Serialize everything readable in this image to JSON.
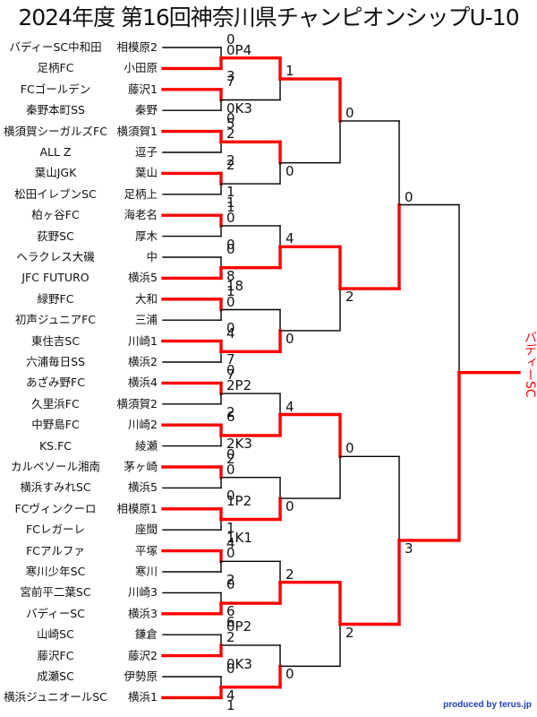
{
  "title": "2024年度 第16回神奈川県チャンピオンシップU-10",
  "credit": "produced by terus.jp",
  "colors": {
    "win": "#ff0000",
    "lose": "#000000",
    "credit": "#1f3fbf"
  },
  "champion": "バディーSC",
  "teams": [
    {
      "name": "バディーSC中和田",
      "area": "相模原2"
    },
    {
      "name": "足柄FC",
      "area": "小田原"
    },
    {
      "name": "FCゴールデン",
      "area": "藤沢1"
    },
    {
      "name": "秦野本町SS",
      "area": "秦野"
    },
    {
      "name": "横須賀シーガルズFC",
      "area": "横須賀1"
    },
    {
      "name": "ALL Z",
      "area": "逗子"
    },
    {
      "name": "葉山JGK",
      "area": "葉山"
    },
    {
      "name": "松田イレブンSC",
      "area": "足柄上"
    },
    {
      "name": "柏ヶ谷FC",
      "area": "海老名"
    },
    {
      "name": "荻野SC",
      "area": "厚木"
    },
    {
      "name": "ヘラクレス大磯",
      "area": "中"
    },
    {
      "name": "JFC FUTURO",
      "area": "横浜5"
    },
    {
      "name": "緑野FC",
      "area": "大和"
    },
    {
      "name": "初声ジュニアFC",
      "area": "三浦"
    },
    {
      "name": "東住吉SC",
      "area": "川崎1"
    },
    {
      "name": "六浦毎日SS",
      "area": "横浜2"
    },
    {
      "name": "あざみ野FC",
      "area": "横浜4"
    },
    {
      "name": "久里浜FC",
      "area": "横須賀2"
    },
    {
      "name": "中野島FC",
      "area": "川崎2"
    },
    {
      "name": "KS.FC",
      "area": "綾瀬"
    },
    {
      "name": "カルペソール湘南",
      "area": "茅ヶ崎"
    },
    {
      "name": "横浜すみれSC",
      "area": "横浜5"
    },
    {
      "name": "FCヴィンクーロ",
      "area": "相模原1"
    },
    {
      "name": "FCレガーレ",
      "area": "座間"
    },
    {
      "name": "FCアルファ",
      "area": "平塚"
    },
    {
      "name": "寒川少年SC",
      "area": "寒川"
    },
    {
      "name": "宮前平二葉SC",
      "area": "川崎3"
    },
    {
      "name": "バディーSC",
      "area": "横浜3"
    },
    {
      "name": "山崎SC",
      "area": "鎌倉"
    },
    {
      "name": "藤沢FC",
      "area": "藤沢2"
    },
    {
      "name": "成瀬SC",
      "area": "伊勢原"
    },
    {
      "name": "横浜ジュニオールSC",
      "area": "横浜1"
    }
  ],
  "rounds": [
    [
      {
        "scores": [
          "0",
          "3"
        ],
        "winner": 1
      },
      {
        "scores": [
          "7",
          "0"
        ],
        "winner": 0
      },
      {
        "scores": [
          "5",
          "2"
        ],
        "winner": 0
      },
      {
        "scores": [
          "2",
          "1"
        ],
        "winner": 0
      },
      {
        "scores": [
          "1",
          "0"
        ],
        "winner": 0
      },
      {
        "scores": [
          "0",
          "18"
        ],
        "winner": 1
      },
      {
        "scores": [
          "1",
          "0"
        ],
        "winner": 0
      },
      {
        "scores": [
          "4",
          "0"
        ],
        "winner": 0
      },
      {
        "scores": [
          "7",
          "2"
        ],
        "winner": 0
      },
      {
        "scores": [
          "6",
          "0"
        ],
        "winner": 0
      },
      {
        "scores": [
          "2",
          "0"
        ],
        "winner": 0
      },
      {
        "scores": [
          "1P2",
          "1K1"
        ],
        "winner": 0
      },
      {
        "scores": [
          "4",
          "2"
        ],
        "winner": 0
      },
      {
        "scores": [
          "0",
          "6"
        ],
        "winner": 1
      },
      {
        "scores": [
          "0P2",
          "0K3"
        ],
        "winner": 1
      },
      {
        "scores": [
          "0",
          "1"
        ],
        "winner": 1
      }
    ],
    [
      {
        "scores": [
          "0P4",
          "0K3"
        ],
        "winner": 0
      },
      {
        "scores": [
          "2",
          "1"
        ],
        "winner": 0
      },
      {
        "scores": [
          "0",
          "8"
        ],
        "winner": 1
      },
      {
        "scores": [
          "0",
          "7"
        ],
        "winner": 1
      },
      {
        "scores": [
          "2P2",
          "2K3"
        ],
        "winner": 1
      },
      {
        "scores": [
          "0",
          "1"
        ],
        "winner": 1
      },
      {
        "scores": [
          "0",
          "6"
        ],
        "winner": 1
      },
      {
        "scores": [
          "2",
          "4"
        ],
        "winner": 1
      }
    ],
    [
      {
        "scores": [
          "1",
          "0"
        ],
        "winner": 0
      },
      {
        "scores": [
          "4",
          "0"
        ],
        "winner": 0
      },
      {
        "scores": [
          "4",
          "0"
        ],
        "winner": 0
      },
      {
        "scores": [
          "2",
          "0"
        ],
        "winner": 0
      }
    ],
    [
      {
        "scores": [
          "0",
          "2"
        ],
        "winner": 1
      },
      {
        "scores": [
          "0",
          "2"
        ],
        "winner": 1
      }
    ],
    [
      {
        "scores": [
          "0",
          "3"
        ],
        "winner": 1
      }
    ]
  ]
}
